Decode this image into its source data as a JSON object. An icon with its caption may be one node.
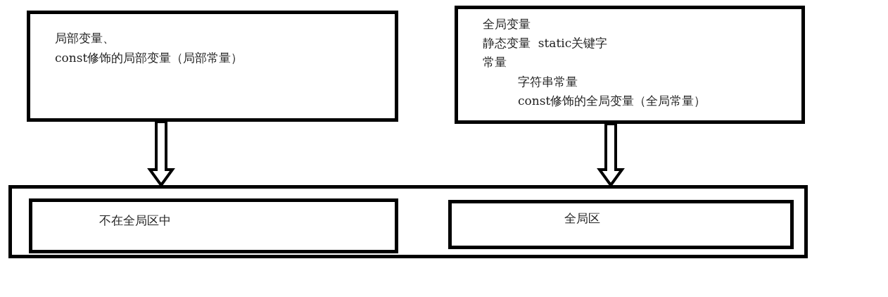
{
  "diagram": {
    "nodes": [
      {
        "text": [
          "局部变量、",
          "const修饰的局部变量（局部常量）"
        ]
      },
      {
        "text": [
          "全局变量",
          "静态变量  static关键字",
          "常量",
          "字符串常量",
          "const修饰的全局变量（全局常量）"
        ]
      },
      {
        "text": [],
        "shape": "box"
      },
      {
        "text": [
          "不在全局区中"
        ],
        "in": 2
      },
      {
        "text": [
          "全局区"
        ],
        "in": 2
      }
    ],
    "edges": [
      {
        "from": 0,
        "to": 2,
        "arrow": "to"
      },
      {
        "from": 1,
        "to": 2,
        "arrow": "to"
      }
    ]
  }
}
